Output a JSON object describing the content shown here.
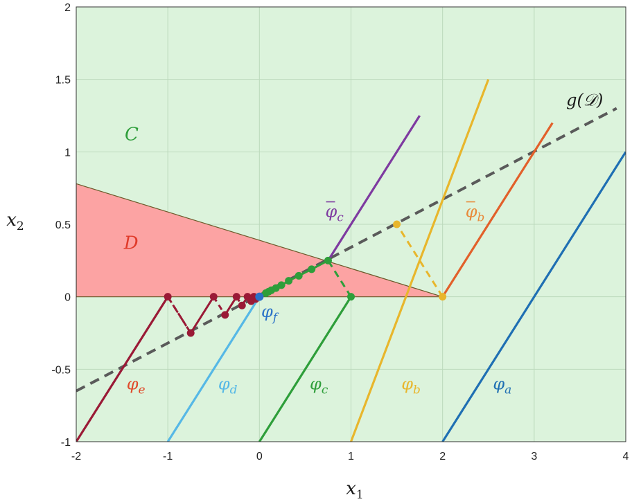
{
  "chart_data": {
    "type": "line",
    "xlabel": "x",
    "xlabel_sub": "1",
    "ylabel": "x",
    "ylabel_sub": "2",
    "xlim": [
      -2,
      4
    ],
    "ylim": [
      -1,
      2
    ],
    "xticks": [
      -2,
      -1,
      0,
      1,
      2,
      3,
      4
    ],
    "yticks": [
      -1,
      -0.5,
      0,
      0.5,
      1,
      1.5,
      2
    ],
    "xtick_labels": [
      "-2",
      "-1",
      "0",
      "1",
      "2",
      "3",
      "4"
    ],
    "ytick_labels": [
      "-1",
      "-0.5",
      "0",
      "0.5",
      "1",
      "1.5",
      "2"
    ],
    "grid": true,
    "colors": {
      "background": "#dcf3dc",
      "grid": "#bcd9bc",
      "region_fill": "#fca3a3",
      "region_edge": "#6b5a2a",
      "g_line": "#5a5a5a",
      "phi_a": "#1f6fb3",
      "phi_b": "#e8b62c",
      "phi_c": "#2e9e3a",
      "phi_d": "#56b8e6",
      "phi_e": "#9a1a36",
      "phi_f": "#2a72c8",
      "phi_b_bar": "#e2602a",
      "phi_c_bar": "#7e3aa0",
      "label_b_bar": "#e88a3a",
      "label_c": "#2e9e3a",
      "label_D": "#e03a2a"
    },
    "region_D": [
      [
        -2,
        0
      ],
      [
        -2,
        0.78
      ],
      [
        2,
        0
      ]
    ],
    "g_line": [
      [
        -2,
        -0.65
      ],
      [
        3.9,
        1.3
      ]
    ],
    "series": [
      {
        "key": "phi_a",
        "points": [
          [
            2,
            -1
          ],
          [
            4,
            1
          ]
        ]
      },
      {
        "key": "phi_b",
        "points": [
          [
            1,
            -1
          ],
          [
            2.5,
            1.5
          ]
        ]
      },
      {
        "key": "phi_c",
        "points": [
          [
            0,
            -1
          ],
          [
            1,
            0
          ]
        ]
      },
      {
        "key": "phi_d",
        "points": [
          [
            -1,
            -1
          ],
          [
            0,
            0
          ]
        ]
      },
      {
        "key": "phi_e",
        "points": [
          [
            -2,
            -1
          ],
          [
            -1,
            0
          ]
        ]
      },
      {
        "key": "phi_b_bar",
        "points": [
          [
            2,
            0
          ],
          [
            3.2,
            1.2
          ]
        ]
      },
      {
        "key": "phi_c_bar",
        "points": [
          [
            0.75,
            0.25
          ],
          [
            1.75,
            1.25
          ]
        ]
      }
    ],
    "dashed_links": [
      {
        "key": "phi_b",
        "points": [
          [
            2,
            0
          ],
          [
            1.5,
            0.5
          ]
        ]
      },
      {
        "key": "phi_c",
        "points": [
          [
            1,
            0
          ],
          [
            0.75,
            0.25
          ]
        ]
      },
      {
        "key": "phi_e",
        "points": [
          [
            -1,
            0
          ],
          [
            -0.75,
            -0.25
          ]
        ]
      }
    ],
    "markers": {
      "phi_b": [
        [
          2,
          0
        ],
        [
          1.5,
          0.5
        ]
      ],
      "phi_c": [
        [
          1,
          0
        ],
        [
          0.75,
          0.25
        ],
        [
          0.57,
          0.19
        ],
        [
          0.43,
          0.145
        ],
        [
          0.32,
          0.11
        ],
        [
          0.24,
          0.08
        ],
        [
          0.18,
          0.06
        ],
        [
          0.13,
          0.045
        ],
        [
          0.1,
          0.035
        ],
        [
          0.07,
          0.025
        ]
      ],
      "phi_e": [
        [
          -1,
          0
        ],
        [
          -0.75,
          -0.25
        ],
        [
          -0.5,
          0
        ],
        [
          -0.375,
          -0.125
        ],
        [
          -0.25,
          0
        ],
        [
          -0.19,
          -0.06
        ],
        [
          -0.13,
          0
        ],
        [
          -0.09,
          -0.03
        ],
        [
          -0.06,
          0
        ],
        [
          -0.04,
          -0.015
        ]
      ],
      "phi_f": [
        [
          0,
          0
        ]
      ]
    },
    "phi_e_path": [
      [
        -1,
        0
      ],
      [
        -0.75,
        -0.25
      ],
      [
        -0.5,
        0
      ],
      [
        -0.375,
        -0.125
      ],
      [
        -0.25,
        0
      ],
      [
        -0.19,
        -0.06
      ],
      [
        -0.13,
        0
      ],
      [
        -0.09,
        -0.03
      ],
      [
        -0.06,
        0
      ],
      [
        -0.04,
        -0.015
      ],
      [
        0,
        0
      ]
    ],
    "annotations": [
      {
        "key": "C",
        "base": "C",
        "sub": "",
        "bar": false,
        "calligraphic": true,
        "x": -1.47,
        "y": 1.08,
        "color_key": "label_c"
      },
      {
        "key": "D",
        "base": "D",
        "sub": "",
        "bar": false,
        "calligraphic": true,
        "x": -1.48,
        "y": 0.33,
        "color_key": "label_D"
      },
      {
        "key": "g",
        "base": "g(𝒟)",
        "sub": "",
        "bar": false,
        "calligraphic": false,
        "x": 3.35,
        "y": 1.32,
        "color_key": "text_dark"
      },
      {
        "key": "phi_c_bar",
        "base": "φ",
        "sub": "c",
        "bar": true,
        "calligraphic": false,
        "x": 0.72,
        "y": 0.55,
        "color_key": "phi_c_bar"
      },
      {
        "key": "phi_b_bar",
        "base": "φ",
        "sub": "b",
        "bar": true,
        "calligraphic": false,
        "x": 2.25,
        "y": 0.55,
        "color_key": "label_b_bar"
      },
      {
        "key": "phi_f",
        "base": "φ",
        "sub": "f",
        "bar": false,
        "calligraphic": false,
        "x": 0.02,
        "y": -0.14,
        "color_key": "phi_f"
      },
      {
        "key": "phi_e",
        "base": "φ",
        "sub": "e",
        "bar": false,
        "calligraphic": false,
        "x": -1.45,
        "y": -0.64,
        "color_key": "phi_e_label"
      },
      {
        "key": "phi_d",
        "base": "φ",
        "sub": "d",
        "bar": false,
        "calligraphic": false,
        "x": -0.45,
        "y": -0.64,
        "color_key": "phi_d"
      },
      {
        "key": "phi_c",
        "base": "φ",
        "sub": "c",
        "bar": false,
        "calligraphic": false,
        "x": 0.55,
        "y": -0.64,
        "color_key": "phi_c"
      },
      {
        "key": "phi_b",
        "base": "φ",
        "sub": "b",
        "bar": false,
        "calligraphic": false,
        "x": 1.55,
        "y": -0.64,
        "color_key": "phi_b"
      },
      {
        "key": "phi_a",
        "base": "φ",
        "sub": "a",
        "bar": false,
        "calligraphic": false,
        "x": 2.55,
        "y": -0.64,
        "color_key": "phi_a"
      }
    ],
    "text_colors": {
      "text_dark": "#1a1a1a",
      "phi_e_label": "#e04a2a"
    }
  }
}
